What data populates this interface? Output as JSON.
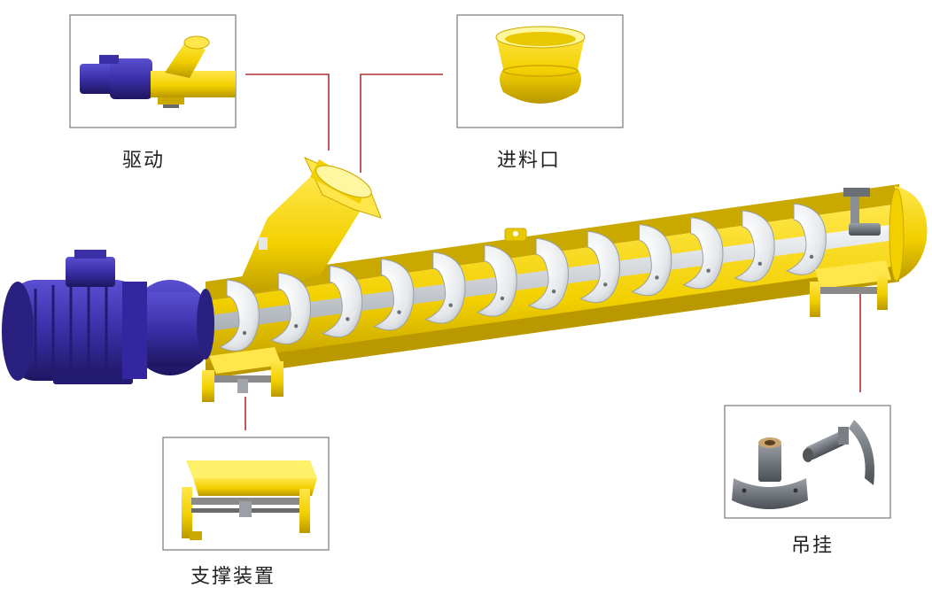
{
  "callouts": {
    "drive": {
      "label": "驱动"
    },
    "inlet": {
      "label": "进料口"
    },
    "support": {
      "label": "支撑装置"
    },
    "hanger": {
      "label": "吊挂"
    }
  },
  "colors": {
    "body_yellow": "#f2d000",
    "body_yellow_dark": "#c9a800",
    "motor_blue": "#3b2fa8",
    "motor_blue_dark": "#231a72",
    "flight_white": "#e9ecef",
    "shaft_gray": "#c9cdd2",
    "leader_red": "#b03030",
    "frame_gray": "#8a8a8a"
  },
  "icons": [
    "motor-icon",
    "hopper-icon",
    "support-bracket-icon",
    "hanger-bearing-icon"
  ]
}
